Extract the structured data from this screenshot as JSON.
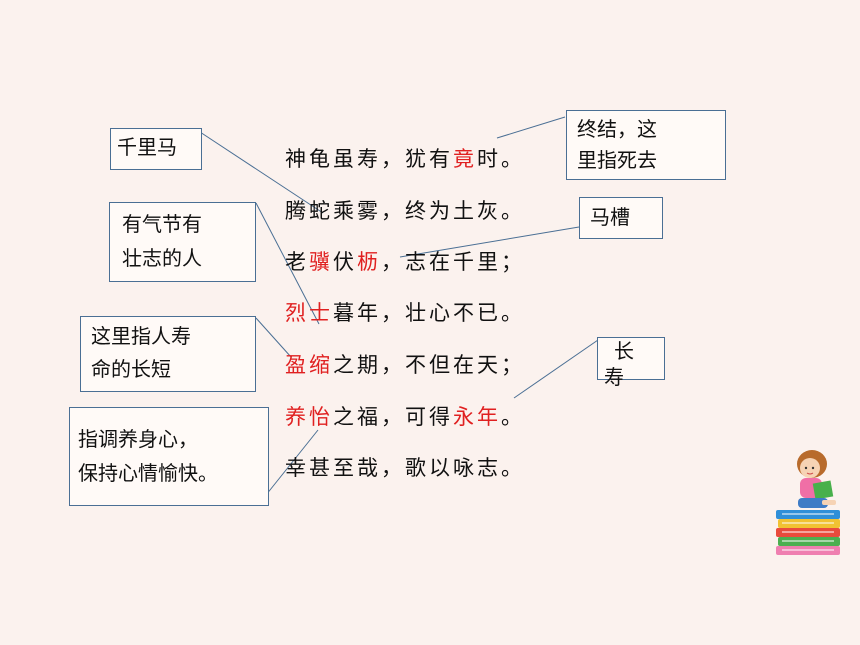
{
  "poem": {
    "l1": {
      "a": "神龟虽寿，犹有",
      "b": "竟",
      "c": "时。"
    },
    "l2": {
      "a": "腾蛇乘雾，终为土灰。"
    },
    "l3": {
      "a": "老",
      "b": "骥",
      "c": "伏",
      "d": "枥",
      "e": "，志在千里；"
    },
    "l4": {
      "a": "烈士",
      "b": "暮年，壮心不已。"
    },
    "l5": {
      "a": "盈缩",
      "b": "之期，不但在天；"
    },
    "l6": {
      "a": "养怡",
      "b": "之福，可得",
      "c": "永年",
      "d": "。"
    },
    "l7": {
      "a": "幸甚至哉，歌以咏志。"
    }
  },
  "notes": {
    "qianlima": "千里马",
    "lieshi_1": "有气节有",
    "lieshi_2": "壮志的人",
    "yingsuo_1": "这里指人寿",
    "yingsuo_2": "命的长短",
    "yangyi_1": "指调养身心，",
    "yangyi_2": "保持心情愉快。",
    "jing_1": "终结，这",
    "jing_2": "里指死去",
    "li": "马槽",
    "yongnian_1": "长",
    "yongnian_2": "寿"
  },
  "colors": {
    "background": "#fbf2ee",
    "highlight": "#e02020",
    "border": "#4a6f94"
  }
}
